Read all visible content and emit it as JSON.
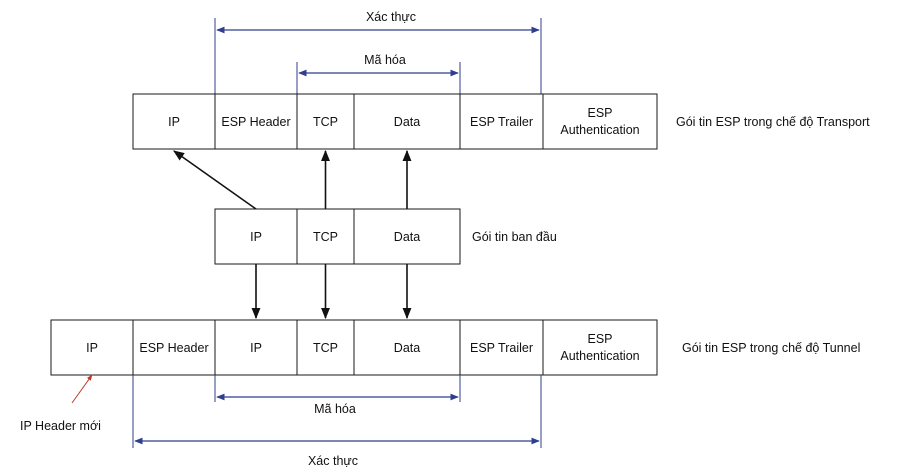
{
  "colors": {
    "dimension": "#2f3f8f",
    "box_border": "#1a1a1a",
    "annotation": "#c0392b"
  },
  "labels": {
    "xac_thuc": "Xác thực",
    "ma_hoa": "Mã hóa",
    "ip_header_moi": "IP Header mới"
  },
  "transport": {
    "caption": "Gói tin ESP trong chế độ Transport",
    "fields": [
      "IP",
      "ESP Header",
      "TCP",
      "Data",
      "ESP Trailer",
      [
        "ESP",
        "Authentication"
      ]
    ]
  },
  "original": {
    "caption": "Gói tin ban đầu",
    "fields": [
      "IP",
      "TCP",
      "Data"
    ]
  },
  "tunnel": {
    "caption": "Gói tin ESP trong chế độ Tunnel",
    "fields": [
      "IP",
      "ESP Header",
      "IP",
      "TCP",
      "Data",
      "ESP Trailer",
      [
        "ESP",
        "Authentication"
      ]
    ]
  }
}
